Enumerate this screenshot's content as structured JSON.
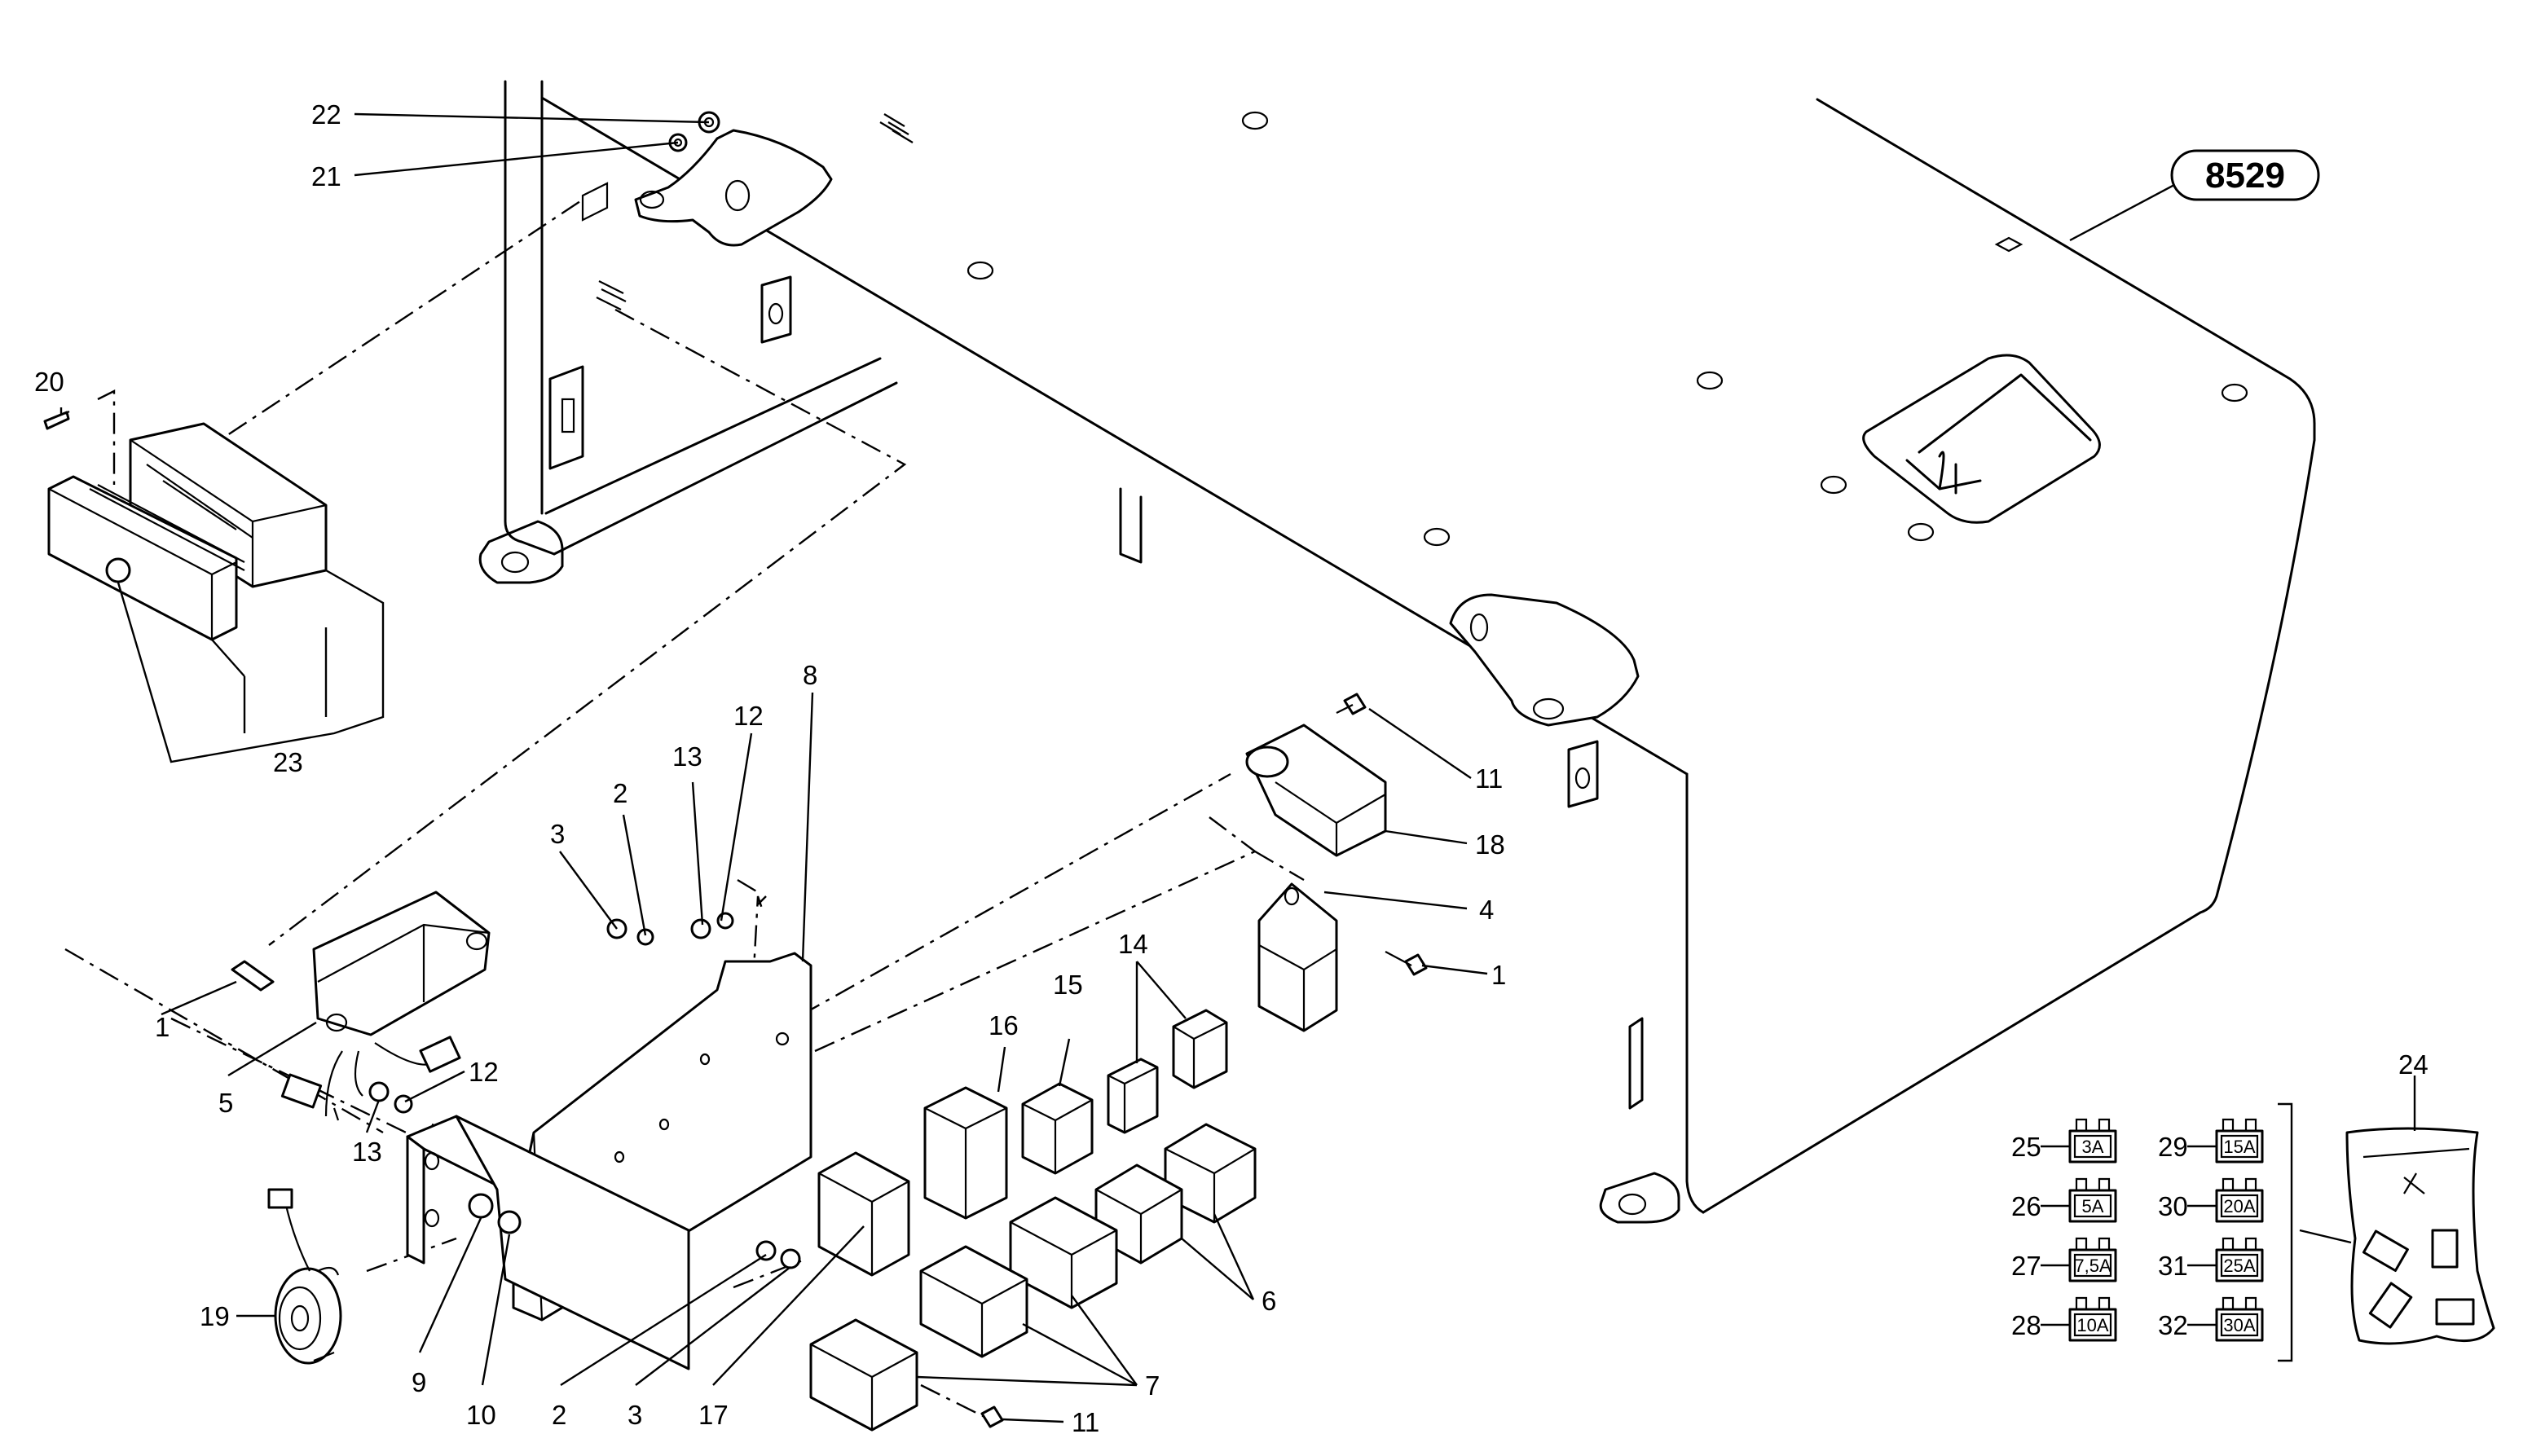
{
  "drawing_ref": "8529",
  "callouts": [
    {
      "id": "c22",
      "label": "22"
    },
    {
      "id": "c21",
      "label": "21"
    },
    {
      "id": "c20",
      "label": "20"
    },
    {
      "id": "c23",
      "label": "23"
    },
    {
      "id": "c8",
      "label": "8"
    },
    {
      "id": "c12a",
      "label": "12"
    },
    {
      "id": "c13a",
      "label": "13"
    },
    {
      "id": "c2a",
      "label": "2"
    },
    {
      "id": "c3a",
      "label": "3"
    },
    {
      "id": "c11a",
      "label": "11"
    },
    {
      "id": "c18",
      "label": "18"
    },
    {
      "id": "c4",
      "label": "4"
    },
    {
      "id": "c1a",
      "label": "1"
    },
    {
      "id": "c14",
      "label": "14"
    },
    {
      "id": "c15",
      "label": "15"
    },
    {
      "id": "c16",
      "label": "16"
    },
    {
      "id": "c1b",
      "label": "1"
    },
    {
      "id": "c5",
      "label": "5"
    },
    {
      "id": "c12b",
      "label": "12"
    },
    {
      "id": "c13b",
      "label": "13"
    },
    {
      "id": "c19",
      "label": "19"
    },
    {
      "id": "c9",
      "label": "9"
    },
    {
      "id": "c10",
      "label": "10"
    },
    {
      "id": "c2b",
      "label": "2"
    },
    {
      "id": "c3b",
      "label": "3"
    },
    {
      "id": "c17",
      "label": "17"
    },
    {
      "id": "c7",
      "label": "7"
    },
    {
      "id": "c6",
      "label": "6"
    },
    {
      "id": "c11b",
      "label": "11"
    },
    {
      "id": "c24",
      "label": "24"
    }
  ],
  "fuses": [
    {
      "item": "25",
      "rating": "3A"
    },
    {
      "item": "26",
      "rating": "5A"
    },
    {
      "item": "27",
      "rating": "7,5A"
    },
    {
      "item": "28",
      "rating": "10A"
    },
    {
      "item": "29",
      "rating": "15A"
    },
    {
      "item": "30",
      "rating": "20A"
    },
    {
      "item": "31",
      "rating": "25A"
    },
    {
      "item": "32",
      "rating": "30A"
    }
  ]
}
